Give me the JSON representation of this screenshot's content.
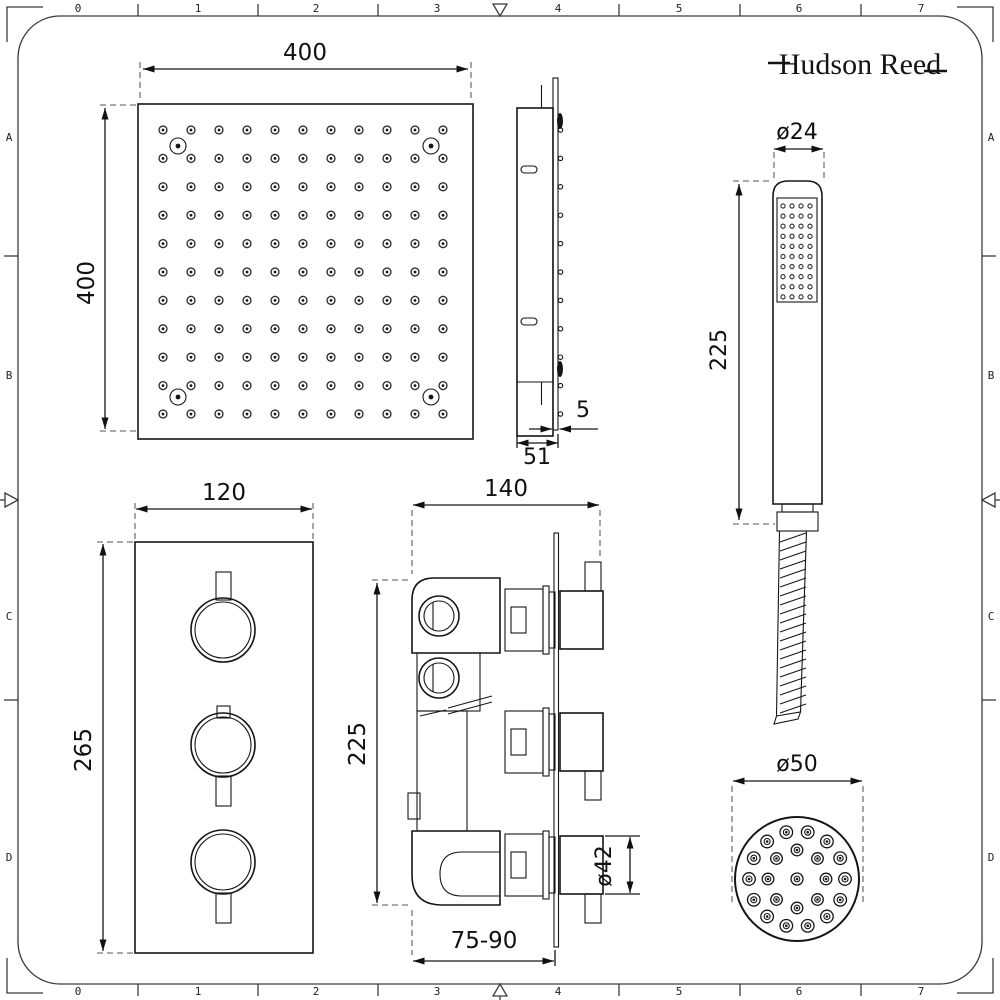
{
  "brand": {
    "name": "Hudson Reed"
  },
  "frame": {
    "top_ruler": [
      "0",
      "1",
      "2",
      "3",
      "4",
      "5",
      "6",
      "7"
    ],
    "bottom_ruler": [
      "0",
      "1",
      "2",
      "3",
      "4",
      "5",
      "6",
      "7"
    ],
    "left_ruler": [
      "A",
      "B",
      "C",
      "D"
    ],
    "right_ruler": [
      "A",
      "B",
      "C",
      "D"
    ]
  },
  "views": {
    "shower_head_front": {
      "width_dim": "400",
      "height_dim": "400"
    },
    "shower_head_side": {
      "depth_dim": "51",
      "plate_thickness_dim": "5"
    },
    "handset": {
      "diameter_dim": "ø24",
      "length_dim": "225"
    },
    "valve_front": {
      "width_dim": "120",
      "height_dim": "265"
    },
    "valve_side": {
      "width_dim": "140",
      "height_dim": "225",
      "recess_depth_dim": "75-90",
      "knob_diameter_dim": "ø42"
    },
    "body_jet": {
      "diameter_dim": "ø50"
    }
  },
  "colors": {
    "ink": "#161616",
    "paper": "#ffffff"
  }
}
